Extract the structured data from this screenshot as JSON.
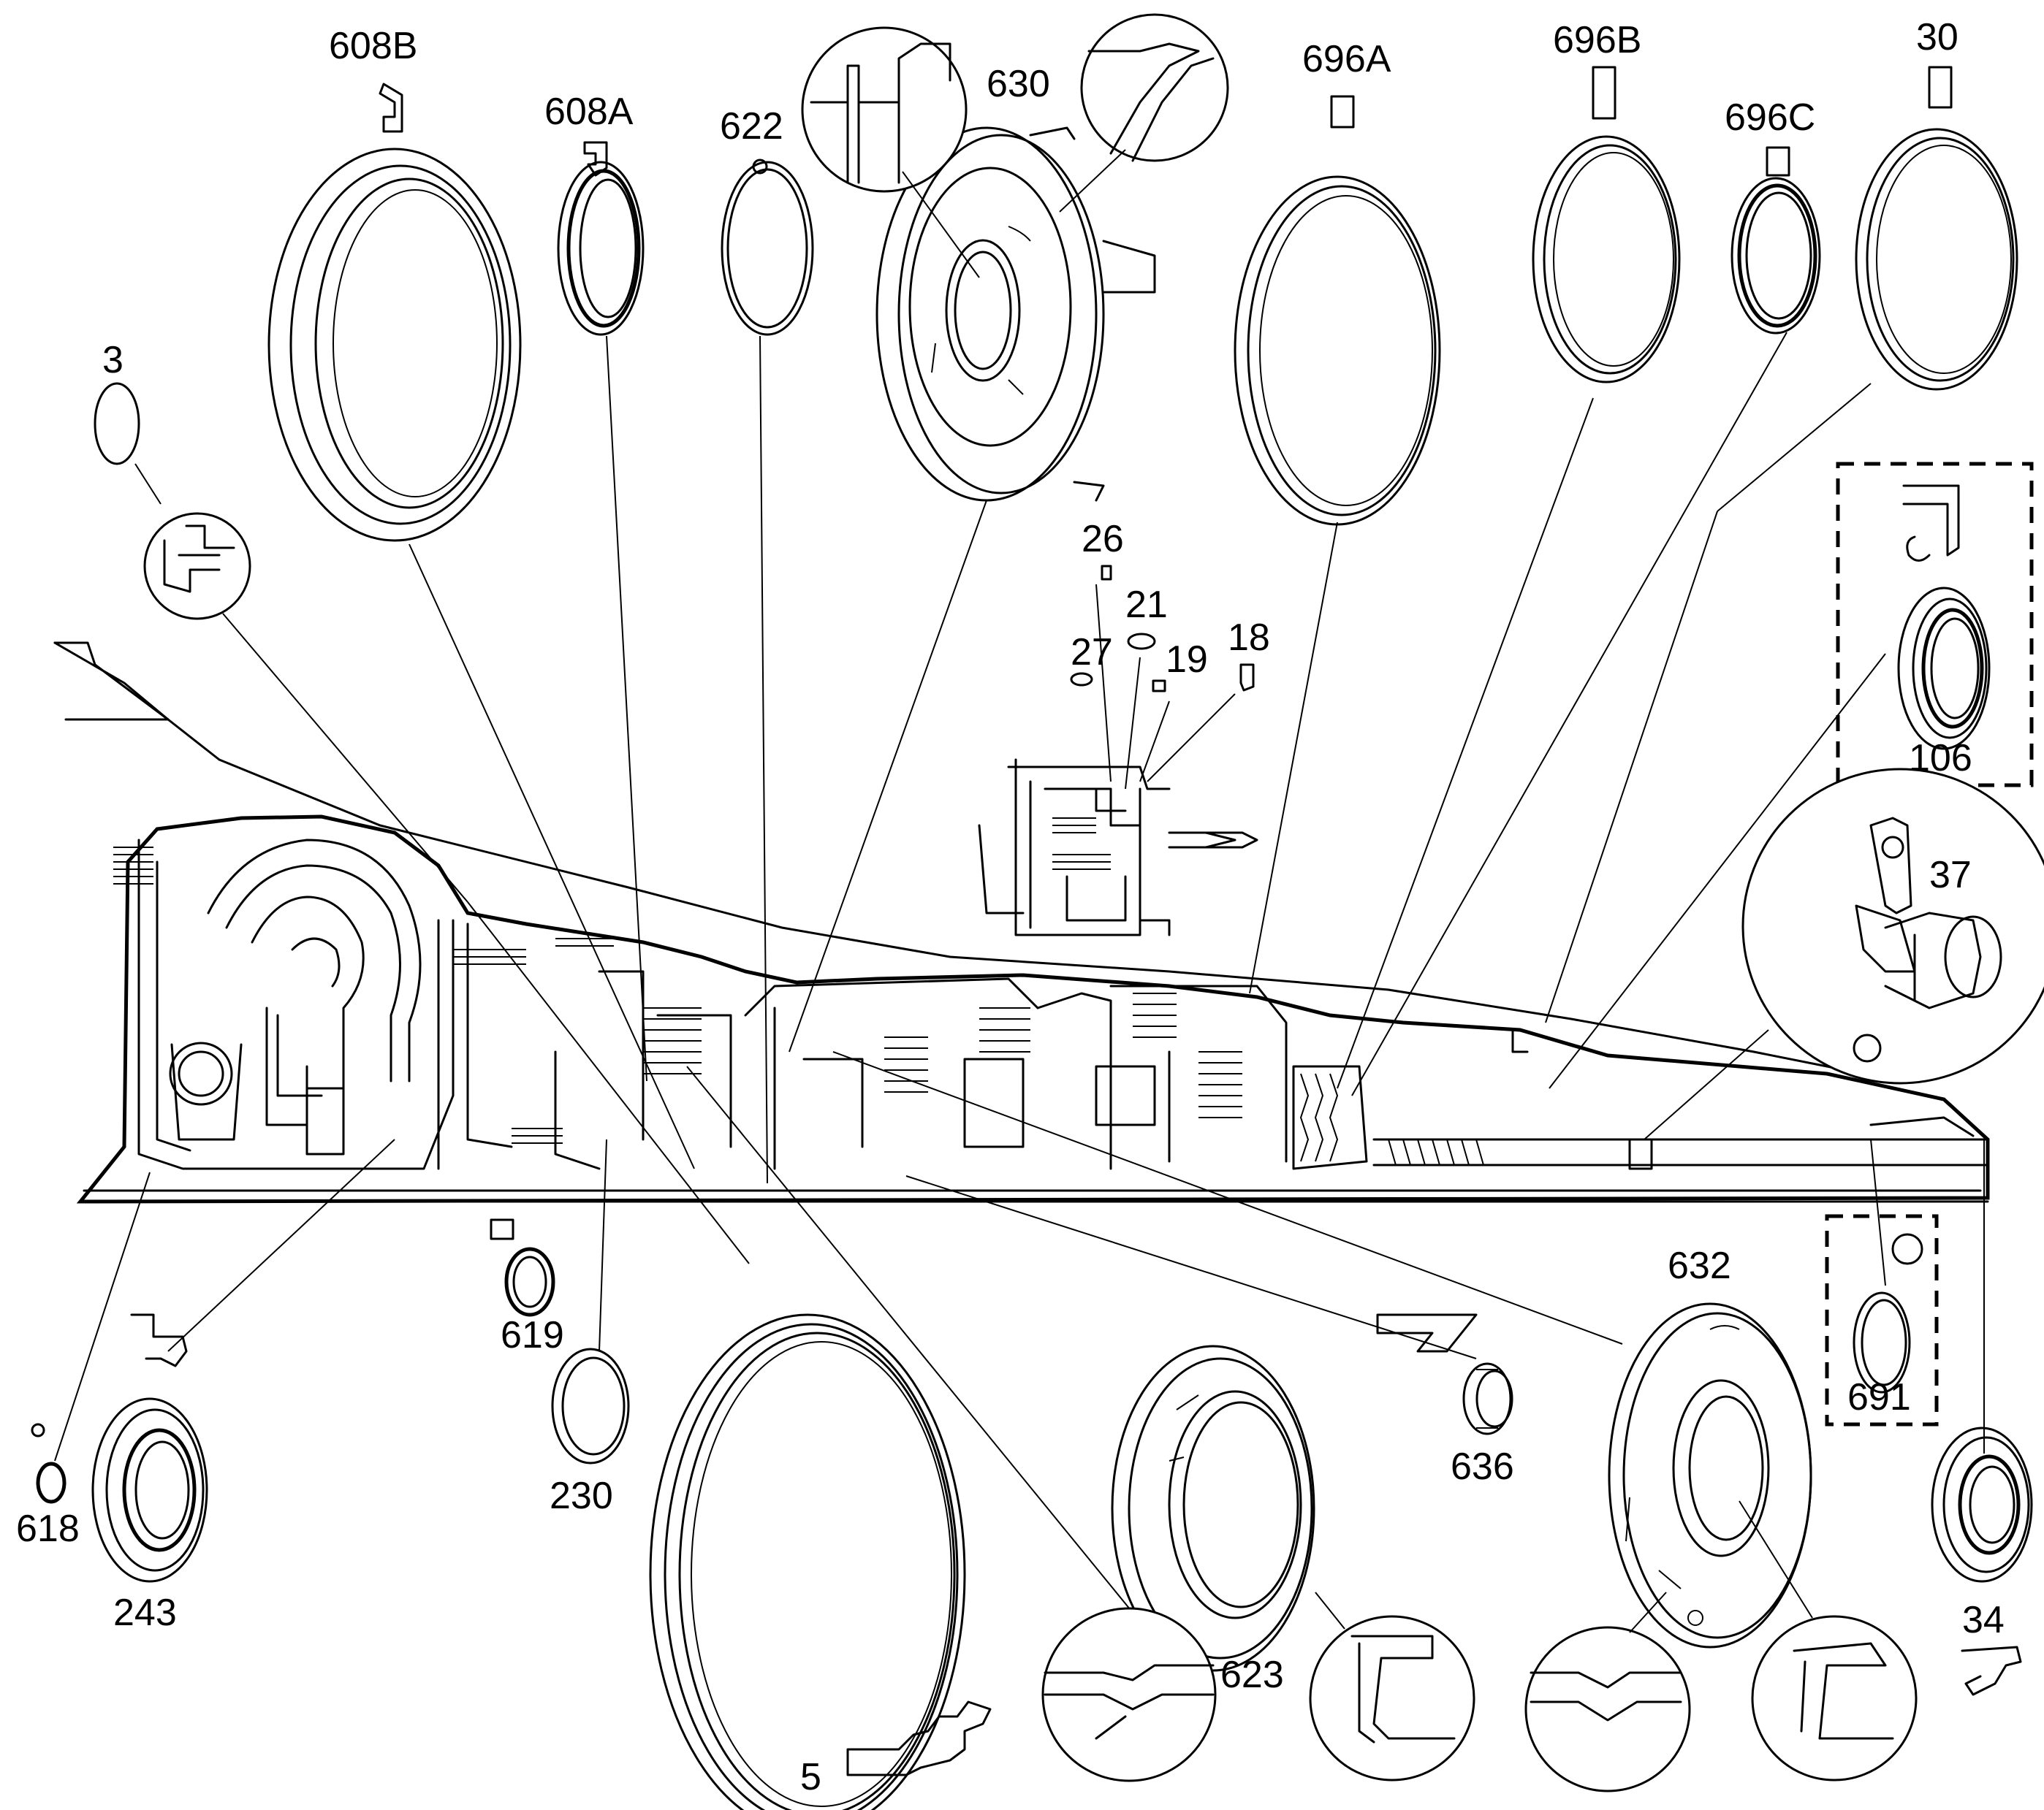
{
  "labels": {
    "p608B": "608B",
    "p608A": "608A",
    "p622": "622",
    "p630": "630",
    "p696A": "696A",
    "p696B": "696B",
    "p696C": "696C",
    "p30": "30",
    "p3": "3",
    "p26": "26",
    "p21": "21",
    "p27": "27",
    "p19": "19",
    "p18": "18",
    "p106": "106",
    "p37": "37",
    "p619": "619",
    "p230": "230",
    "p618": "618",
    "p243": "243",
    "p632": "632",
    "p636": "636",
    "p691": "691",
    "p623": "623",
    "p34": "34",
    "p5": "5"
  }
}
